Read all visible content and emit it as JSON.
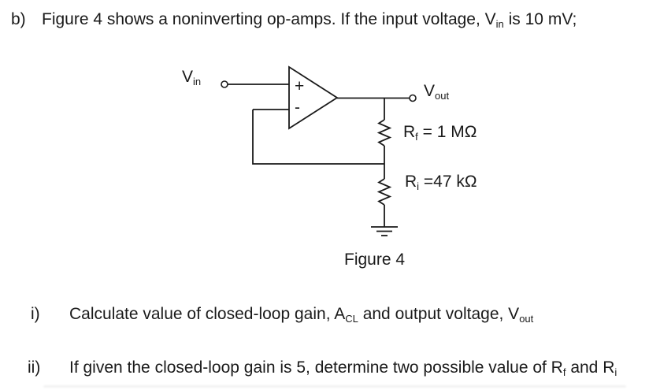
{
  "question_b": {
    "label": "b)",
    "part1": "Figure 4 shows a noninverting op-amps. If the input voltage, V",
    "sub1": "in",
    "part2": " is 10 mV;"
  },
  "figure": {
    "caption": "Figure 4",
    "vin_main": "V",
    "vin_sub": "in",
    "vout_main": "V",
    "vout_sub": "out",
    "rf_main": "R",
    "rf_sub": "f",
    "rf_value": " = 1 MΩ",
    "ri_main": "R",
    "ri_sub": "i",
    "ri_value": " =47 kΩ",
    "opamp_plus": "+",
    "opamp_minus": "-"
  },
  "question_i": {
    "label": "i)",
    "part1": "Calculate value of closed-loop gain, A",
    "sub1": "CL",
    "part2": " and output voltage, V",
    "sub2": "out"
  },
  "question_ii": {
    "label": "ii)",
    "part1": "If given the closed-loop gain is 5, determine two possible value of R",
    "sub1": "f",
    "part2": " and R",
    "sub2": "i"
  },
  "colors": {
    "ink": "#1a1a1a",
    "background": "#ffffff"
  }
}
